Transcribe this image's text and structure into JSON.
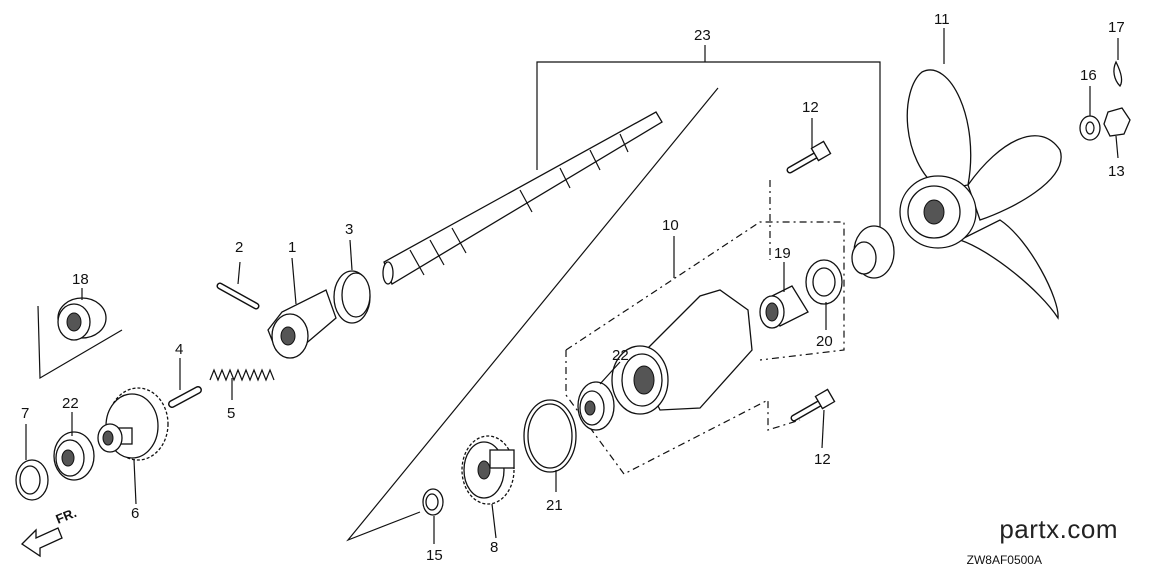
{
  "diagram": {
    "callouts": {
      "c1": "1",
      "c2": "2",
      "c3": "3",
      "c4": "4",
      "c5": "5",
      "c6": "6",
      "c7": "7",
      "c8": "8",
      "c10": "10",
      "c11": "11",
      "c12a": "12",
      "c12b": "12",
      "c13": "13",
      "c15": "15",
      "c16": "16",
      "c17": "17",
      "c18": "18",
      "c19": "19",
      "c20": "20",
      "c21": "21",
      "c22a": "22",
      "c22b": "22",
      "c23": "23"
    },
    "direction_label": "FR.",
    "diagram_code": "ZW8AF0500A"
  },
  "watermark": {
    "brand": "partx.com"
  }
}
